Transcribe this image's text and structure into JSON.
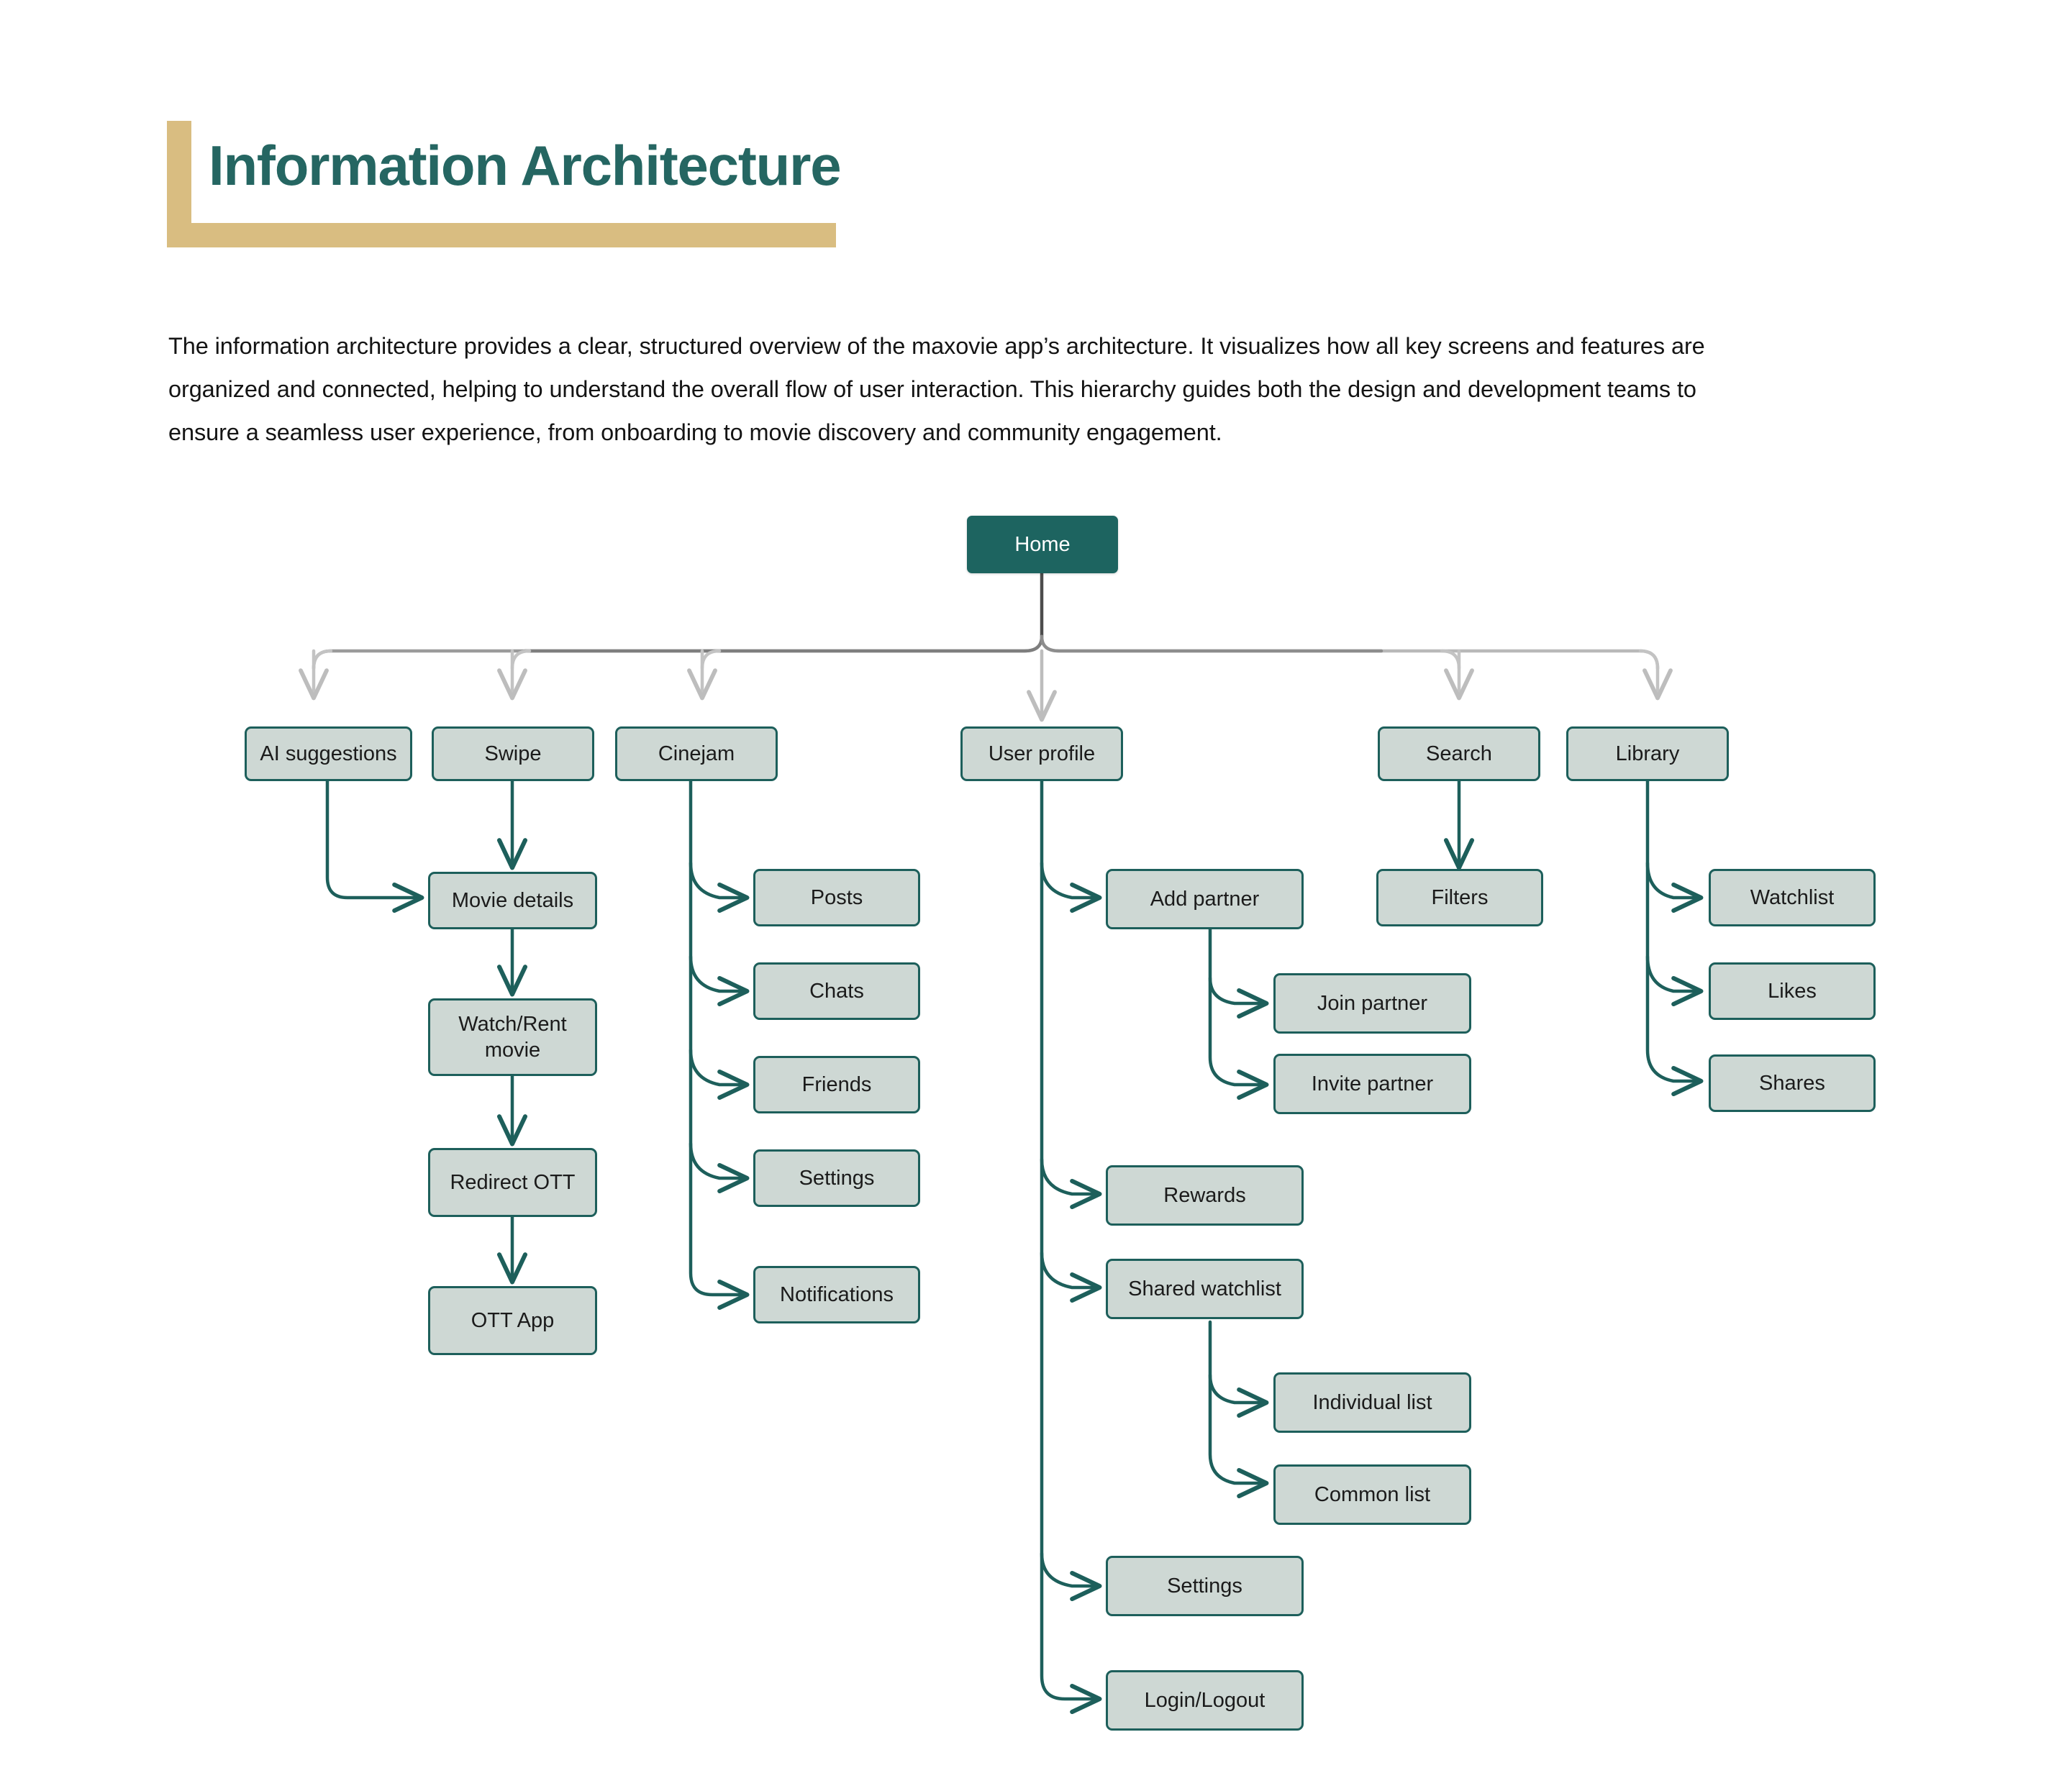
{
  "header": {
    "title": "Information Architecture",
    "accent_color": "#d9bd81",
    "title_color": "#256662"
  },
  "intro": {
    "text": "The information architecture provides a clear, structured overview of the maxovie app’s architecture. It visualizes how all key screens and features are organized and connected, helping to understand the overall flow of user interaction. This hierarchy guides both the design and development teams to ensure a seamless user experience, from onboarding to movie discovery and community engagement."
  },
  "diagram": {
    "type": "tree",
    "colors": {
      "root_fill": "#1d6460",
      "root_text": "#ffffff",
      "node_fill": "#ced8d4",
      "node_border": "#1d5f5b",
      "node_text": "#1b1b1b",
      "primary_edge": "#b5b5b5",
      "branch_edge": "#1d5f5b"
    },
    "nodes": {
      "home": "Home",
      "ai_suggestions": "AI suggestions",
      "swipe": "Swipe",
      "cinejam": "Cinejam",
      "user_profile": "User profile",
      "search": "Search",
      "library": "Library",
      "movie_details": "Movie details",
      "watch_rent_movie": "Watch/Rent movie",
      "redirect_ott": "Redirect OTT",
      "ott_app": "OTT App",
      "posts": "Posts",
      "chats": "Chats",
      "friends": "Friends",
      "cinejam_settings": "Settings",
      "notifications": "Notifications",
      "add_partner": "Add partner",
      "join_partner": "Join partner",
      "invite_partner": "Invite partner",
      "rewards": "Rewards",
      "shared_watchlist": "Shared watchlist",
      "individual_list": "Individual list",
      "common_list": "Common list",
      "profile_settings": "Settings",
      "login_logout": "Login/Logout",
      "filters": "Filters",
      "watchlist": "Watchlist",
      "likes": "Likes",
      "shares": "Shares"
    },
    "edges": [
      {
        "from": "home",
        "to": "ai_suggestions"
      },
      {
        "from": "home",
        "to": "swipe"
      },
      {
        "from": "home",
        "to": "cinejam"
      },
      {
        "from": "home",
        "to": "user_profile"
      },
      {
        "from": "home",
        "to": "search"
      },
      {
        "from": "home",
        "to": "library"
      },
      {
        "from": "ai_suggestions",
        "to": "movie_details"
      },
      {
        "from": "swipe",
        "to": "movie_details"
      },
      {
        "from": "movie_details",
        "to": "watch_rent_movie"
      },
      {
        "from": "watch_rent_movie",
        "to": "redirect_ott"
      },
      {
        "from": "redirect_ott",
        "to": "ott_app"
      },
      {
        "from": "cinejam",
        "to": "posts"
      },
      {
        "from": "cinejam",
        "to": "chats"
      },
      {
        "from": "cinejam",
        "to": "friends"
      },
      {
        "from": "cinejam",
        "to": "cinejam_settings"
      },
      {
        "from": "cinejam",
        "to": "notifications"
      },
      {
        "from": "user_profile",
        "to": "add_partner"
      },
      {
        "from": "add_partner",
        "to": "join_partner"
      },
      {
        "from": "add_partner",
        "to": "invite_partner"
      },
      {
        "from": "user_profile",
        "to": "rewards"
      },
      {
        "from": "user_profile",
        "to": "shared_watchlist"
      },
      {
        "from": "shared_watchlist",
        "to": "individual_list"
      },
      {
        "from": "shared_watchlist",
        "to": "common_list"
      },
      {
        "from": "user_profile",
        "to": "profile_settings"
      },
      {
        "from": "user_profile",
        "to": "login_logout"
      },
      {
        "from": "search",
        "to": "filters"
      },
      {
        "from": "library",
        "to": "watchlist"
      },
      {
        "from": "library",
        "to": "likes"
      },
      {
        "from": "library",
        "to": "shares"
      }
    ]
  }
}
